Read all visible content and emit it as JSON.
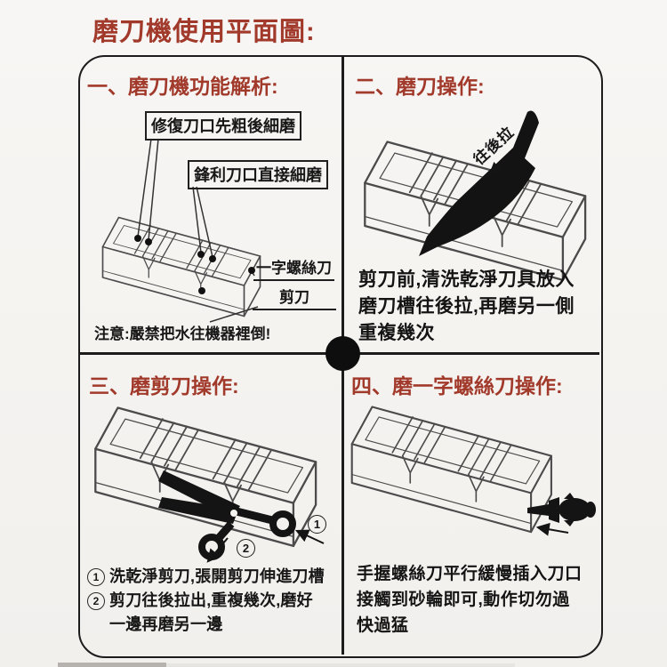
{
  "title": "磨刀機使用平面圖:",
  "colors": {
    "accent": "#a23a2c",
    "ink": "#1c1c1c",
    "background": "#f5f3f0"
  },
  "sections": {
    "q1": {
      "heading": "一、磨刀機功能解析:",
      "callout_coarse": "修復刀口先粗後細磨",
      "callout_fine": "鋒利刀口直接細磨",
      "label_screwdriver": "一字螺絲刀",
      "label_scissors": "剪刀",
      "warning": "注意:嚴禁把水往機器裡倒!"
    },
    "q2": {
      "heading": "二、磨刀操作:",
      "pull_label": "往後拉",
      "body_lines": [
        "剪刀前,清洗乾淨刀具放入",
        "磨刀槽往後拉,再磨另一側",
        "重複幾次"
      ]
    },
    "q3": {
      "heading": "三、磨剪刀操作:",
      "arrow_markers": [
        "1",
        "2"
      ],
      "steps": [
        {
          "marker": "1",
          "text": "洗乾淨剪刀,張開剪刀伸進刀槽"
        },
        {
          "marker": "2",
          "text": "剪刀往後拉出,重複幾次,磨好"
        }
      ],
      "step2_cont": "一邊再磨另一邊"
    },
    "q4": {
      "heading": "四、磨一字螺絲刀操作:",
      "body_lines": [
        "手握螺絲刀平行緩慢插入刀口",
        "接觸到砂輪即可,動作切勿過",
        "快過猛"
      ]
    }
  }
}
